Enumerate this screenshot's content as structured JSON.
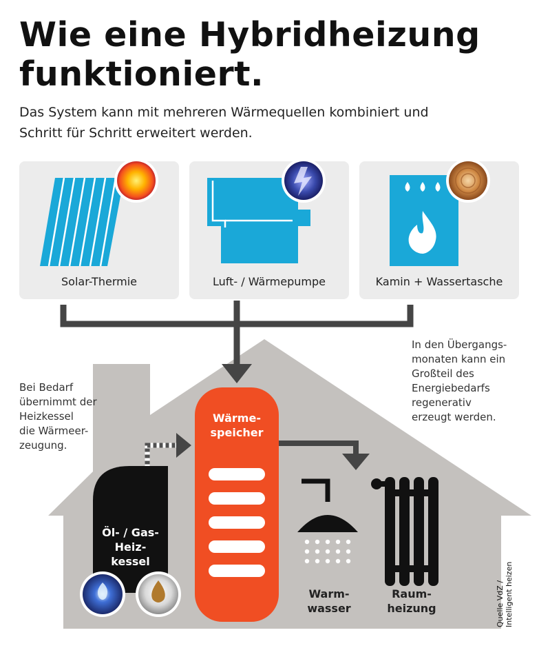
{
  "title_line1": "Wie eine Hybridheizung",
  "title_line2": "funktioniert.",
  "subtitle_line1": "Das System kann mit mehreren Wärmequellen kombiniert und",
  "subtitle_line2": "Schritt für Schritt erweitert werden.",
  "sources": [
    {
      "label": "Solar-Thermie",
      "badge_icon": "sun-icon"
    },
    {
      "label": "Luft- / Wärmepumpe",
      "badge_icon": "lightning-icon"
    },
    {
      "label": "Kamin + Wassertasche",
      "badge_icon": "wood-icon"
    }
  ],
  "note_left": [
    "Bei Bedarf",
    "übernimmt der",
    "Heizkessel",
    "die Wärmeer-",
    "zeugung."
  ],
  "note_right": [
    "In den Übergangs-",
    "monaten kann ein",
    "Großteil des",
    "Energiebedarfs",
    "regenerativ",
    "erzeugt werden."
  ],
  "storage_label": [
    "Wärme-",
    "speicher"
  ],
  "boiler_label": [
    "Öl- / Gas-",
    "Heiz-",
    "kessel"
  ],
  "warmwasser_label": [
    "Warm-",
    "wasser"
  ],
  "raumheizung_label": [
    "Raum-",
    "heizung"
  ],
  "source_credit": [
    "Quelle VdZ /",
    "Intelligent heizen"
  ],
  "fuel_icons": [
    "gas-flame-icon",
    "oil-drop-icon"
  ],
  "colors": {
    "accent_blue": "#1aa8d8",
    "storage_orange": "#f04e23",
    "house_grey": "#c4c1be",
    "card_grey": "#ececec",
    "pipe_dark": "#454545"
  }
}
